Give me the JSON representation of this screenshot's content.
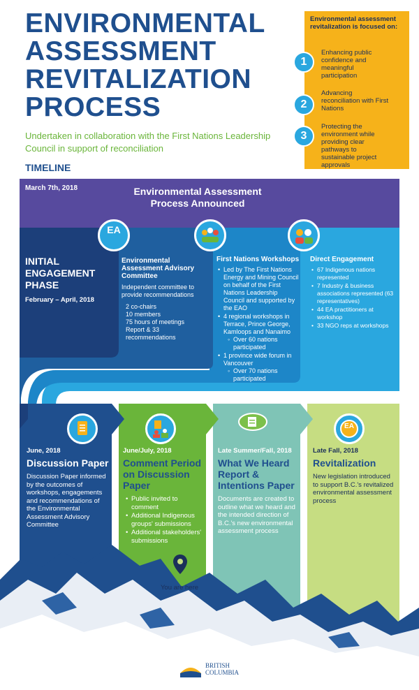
{
  "title": {
    "line1": "ENVIRONMENTAL",
    "line2": "ASSESSMENT",
    "line3": "REVITALIZATION",
    "line4": "PROCESS"
  },
  "subtitle": "Undertaken in collaboration with the First Nations Leadership Council in support of reconciliation",
  "timeline_label": "TIMELINE",
  "focus": {
    "heading": "Environmental assessment revitalization is focused on:",
    "items": [
      {
        "num": "1",
        "text": "Enhancing public confidence and meaningful participation"
      },
      {
        "num": "2",
        "text": "Advancing reconciliation with First Nations"
      },
      {
        "num": "3",
        "text": "Protecting the environment while providing clear pathways to sustainable project approvals"
      }
    ]
  },
  "announce": {
    "date": "March 7th, 2018",
    "title": "Environmental Assessment Process Announced"
  },
  "phase": {
    "label": "INITIAL ENGAGEMENT PHASE",
    "date": "February – April, 2018",
    "ea_icon": "EA",
    "committee": {
      "title": "Environmental Assessment Advisory Committee",
      "intro": "Independent committee to provide recommendations",
      "items": [
        "2 co-chairs",
        "10 members",
        "75 hours of meetings",
        "Report & 33 recommendations"
      ]
    },
    "workshops": {
      "title": "First Nations Workshops",
      "items": [
        "Led by The First Nations Energy and Mining Council on behalf of the First Nations Leadership Council and supported by the EAO",
        "4 regional workshops in Terrace, Prince George, Kamloops and Nanaimo",
        "1 province wide forum in Vancouver"
      ],
      "sub1": "Over 60 nations participated",
      "sub2": "Over 70 nations participated"
    },
    "direct": {
      "title": "Direct Engagement",
      "items": [
        "67 Indigenous nations represented",
        "7 Industry & business associations represented (63 representatives)",
        "44 EA practitioners at workshop",
        "33 NGO reps at workshops"
      ]
    }
  },
  "sections": [
    {
      "date": "June, 2018",
      "title": "Discussion Paper",
      "text": "Discussion Paper informed by the outcomes of workshops, engagements and recommendations of the Environmental Assessment Advisory Committee"
    },
    {
      "date": "June/July, 2018",
      "title": "Comment Period on Discussion Paper",
      "items": [
        "Public invited to comment",
        "Additional Indigenous groups' submissions",
        "Additional stakeholders' submissions"
      ],
      "marker": "You are here"
    },
    {
      "date": "Late Summer/Fall, 2018",
      "title": "What We Heard Report & Intentions Paper",
      "text": "Documents are created to outline what we heard and the intended direction of B.C.'s new environmental assessment process"
    },
    {
      "date": "Late Fall, 2018",
      "title": "Revitalization",
      "text": "New legislation introduced to support B.C.'s revitalized environmental assessment process",
      "icon": "EA"
    }
  ],
  "logo": {
    "line1": "BRITISH",
    "line2": "COLUMBIA"
  },
  "colors": {
    "title_blue": "#1f4f8e",
    "green": "#6ab53a",
    "orange": "#f6b21a",
    "purple": "#574a9e",
    "sky": "#2aa7df",
    "navy": "#1f4f8e"
  }
}
